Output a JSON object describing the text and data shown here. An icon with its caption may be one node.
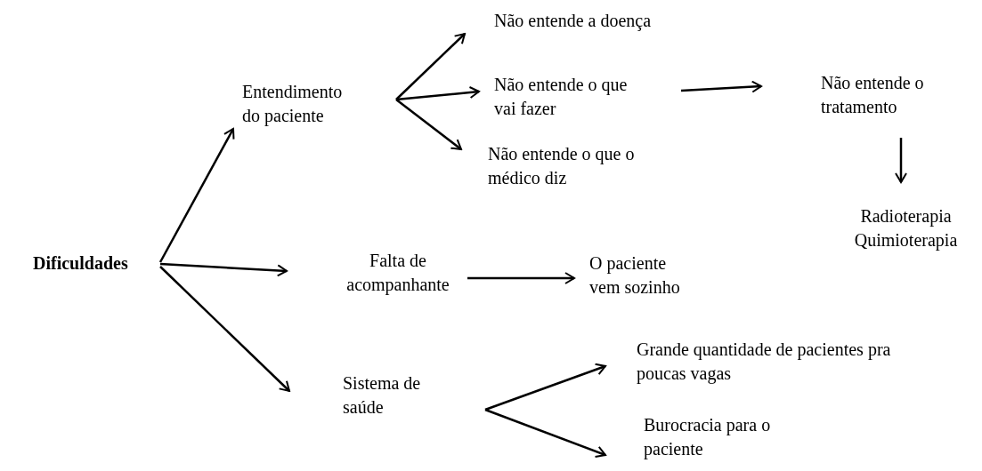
{
  "diagram": {
    "nodes": [
      {
        "text": [
          "Dificuldades"
        ]
      },
      {
        "text": [
          "Entendimento do paciente"
        ]
      },
      {
        "text": [
          "Não entende a doença"
        ]
      },
      {
        "text": [
          "Não entende o que vai fazer"
        ]
      },
      {
        "text": [
          "Não entende o que o médico diz"
        ]
      },
      {
        "text": [
          "Não entende o tratamento"
        ]
      },
      {
        "text": [
          "Radioterapia Quimioterapia"
        ]
      },
      {
        "text": [
          "Falta de acompanhante"
        ]
      },
      {
        "text": [
          "O paciente vem sozinho"
        ]
      },
      {
        "text": [
          "Sistema de saúde"
        ]
      },
      {
        "text": [
          "Grande quantidade de pacientes pra poucas vagas"
        ]
      },
      {
        "text": [
          "Burocracia para o paciente"
        ]
      }
    ],
    "edges": [
      {
        "from": 0,
        "to": 1,
        "arrow": "to"
      },
      {
        "from": 0,
        "to": 7,
        "arrow": "to"
      },
      {
        "from": 0,
        "to": 9,
        "arrow": "to"
      },
      {
        "from": 1,
        "to": 2,
        "arrow": "to"
      },
      {
        "from": 1,
        "to": 3,
        "arrow": "to"
      },
      {
        "from": 1,
        "to": 4,
        "arrow": "to"
      },
      {
        "from": 3,
        "to": 5,
        "arrow": "to"
      },
      {
        "from": 5,
        "to": 6,
        "arrow": "to"
      },
      {
        "from": 7,
        "to": 8,
        "arrow": "to"
      },
      {
        "from": 9,
        "to": 10,
        "arrow": "to"
      },
      {
        "from": 9,
        "to": 11,
        "arrow": "to"
      }
    ]
  }
}
